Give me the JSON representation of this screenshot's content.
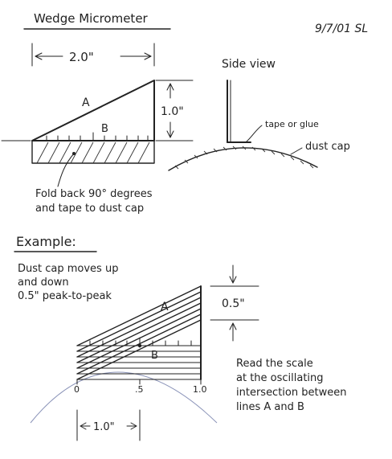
{
  "header": {
    "title": "Wedge Micrometer",
    "date": "9/7/01 SL"
  },
  "wedge_top": {
    "width_dim": "2.0\"",
    "height_dim": "1.0\"",
    "line_a_label": "A",
    "line_b_label": "B",
    "fold_note_line1": "Fold back 90° degrees",
    "fold_note_line2": "and tape to dust cap"
  },
  "side_view": {
    "title": "Side view",
    "tape_label": "tape or glue",
    "cap_label": "dust cap"
  },
  "example": {
    "heading": "Example:",
    "desc_line1": "Dust cap moves up",
    "desc_line2": "and down",
    "desc_line3": "0.5\" peak-to-peak",
    "travel_dim": "0.5\"",
    "line_a_label": "A",
    "line_b_label": "B",
    "scale_labels": [
      "0",
      ".5",
      "1.0"
    ],
    "base_dim": "1.0\"",
    "read_line1": "Read the scale",
    "read_line2": "at the oscillating",
    "read_line3": "intersection between",
    "read_line4": "lines A and B"
  }
}
